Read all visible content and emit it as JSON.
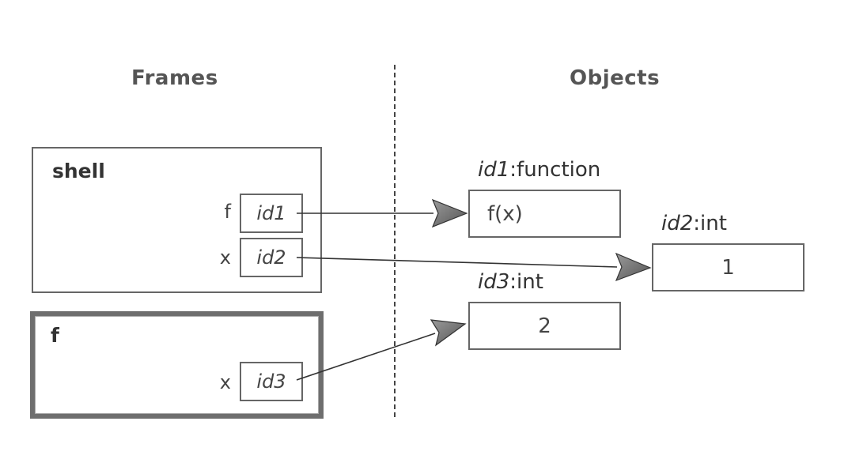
{
  "headings": {
    "frames": "Frames",
    "objects": "Objects"
  },
  "frames": [
    {
      "title": "shell",
      "active": false,
      "variables": [
        {
          "name": "f",
          "ref": "id1"
        },
        {
          "name": "x",
          "ref": "id2"
        }
      ]
    },
    {
      "title": "f",
      "active": true,
      "variables": [
        {
          "name": "x",
          "ref": "id3"
        }
      ]
    }
  ],
  "objects": [
    {
      "id": "id1",
      "type": ":function",
      "value": "f(x)"
    },
    {
      "id": "id2",
      "type": ":int",
      "value": "1"
    },
    {
      "id": "id3",
      "type": ":int",
      "value": "2"
    }
  ],
  "references": [
    {
      "from": "shell.f",
      "to": "id1"
    },
    {
      "from": "shell.x",
      "to": "id2"
    },
    {
      "from": "f.x",
      "to": "id3"
    }
  ]
}
